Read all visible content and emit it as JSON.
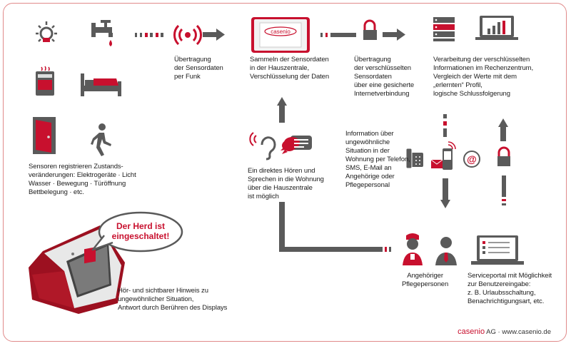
{
  "colors": {
    "accent": "#c8102e",
    "gray": "#5a5a5a",
    "frame": "#e08a8a"
  },
  "steps": {
    "sensors": {
      "lines": [
        "Sensoren registrieren Zustands-",
        "veränderungen: Elektrogeräte · Licht",
        "Wasser · Bewegung · Türöffnung",
        "Bettbelegung · etc."
      ],
      "icons": [
        "lamp-icon",
        "water-tap-icon",
        "stove-icon",
        "bed-icon",
        "door-icon",
        "walking-person-icon"
      ]
    },
    "radio": {
      "lines": [
        "Übertragung",
        "der Sensordaten",
        "per Funk"
      ],
      "icon": "radio-waves-icon"
    },
    "central": {
      "brand": "casenio",
      "lines": [
        "Sammeln der Sensordaten",
        "in der Hauszentrale,",
        "Verschlüsselung der Daten"
      ]
    },
    "encrypted": {
      "lines": [
        "Übertragung",
        "der verschlüsselten",
        "Sensordaten",
        "über eine gesicherte",
        "Internetverbindung"
      ],
      "icon": "padlock-icon"
    },
    "datacenter": {
      "lines": [
        "Verarbeitung der verschlüsselten",
        "Informationen im Rechenzentrum,",
        "Vergleich der Werte mit dem",
        "„erlernten“ Profil,",
        "logische Schlussfolgerung"
      ],
      "icons": [
        "server-icon",
        "laptop-chart-icon"
      ]
    },
    "speech": {
      "lines": [
        "Ein direktes Hören und",
        "Sprechen in die Wohnung",
        "über die Hauszentrale",
        "ist möglich"
      ],
      "icons": [
        "hearing-icon",
        "speech-bubble-icon"
      ]
    },
    "notify": {
      "lines": [
        "Information über",
        "ungewöhnliche",
        "Situation in der",
        "Wohnung per Telefon,",
        "SMS, E-Mail an",
        "Angehörige oder",
        "Pflegepersonal"
      ],
      "icons": [
        "phone-icon",
        "mobile-sms-icon",
        "email-at-icon"
      ]
    },
    "device": {
      "bubble": [
        "Der Herd ist",
        "eingeschaltet!"
      ],
      "lines": [
        "Hör- und sichtbarer Hinweis zu",
        "ungewöhnlicher Situation,",
        "Antwort durch Berühren des Displays"
      ]
    },
    "persons": {
      "lines": [
        "Angehöriger",
        "Pflegepersonen"
      ],
      "icons": [
        "nurse-icon",
        "relative-icon"
      ]
    },
    "portal": {
      "lines": [
        "Serviceportal mit Möglichkeit",
        "zur Benutzereingabe:",
        "z. B. Urlaubsschaltung,",
        "Benachrichtigungsart, etc."
      ],
      "icon": "laptop-portal-icon"
    }
  },
  "footer": {
    "company": "casenio",
    "suffix": " AG · www.casenio.de"
  }
}
